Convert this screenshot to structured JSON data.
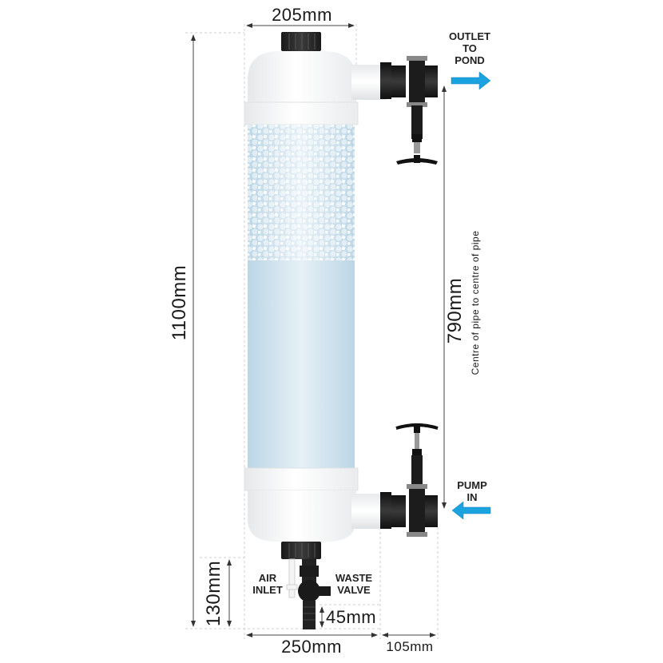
{
  "diagram": {
    "subject": "pressurised pond filter dimension drawing",
    "dimensions": {
      "overall_width": "205mm",
      "overall_height": "1100mm",
      "pipe_centres": "790mm",
      "pipe_centres_note": "Centre of pipe to centre of pipe",
      "base_height": "130mm",
      "tail_length": "45mm",
      "footprint_width": "250mm",
      "fitting_depth": "105mm"
    },
    "labels": {
      "outlet": [
        "OUTLET",
        "TO",
        "POND"
      ],
      "inlet": [
        "PUMP",
        "IN"
      ],
      "air_inlet": [
        "AIR",
        "INLET"
      ],
      "waste_valve": [
        "WASTE",
        "VALVE"
      ]
    },
    "colors": {
      "flow_arrow": "#1ba3e0",
      "fitting": "#1e1e1e",
      "body": "#f4f5f6",
      "water": "#c8dde9",
      "dimension_line": "#555555"
    }
  }
}
